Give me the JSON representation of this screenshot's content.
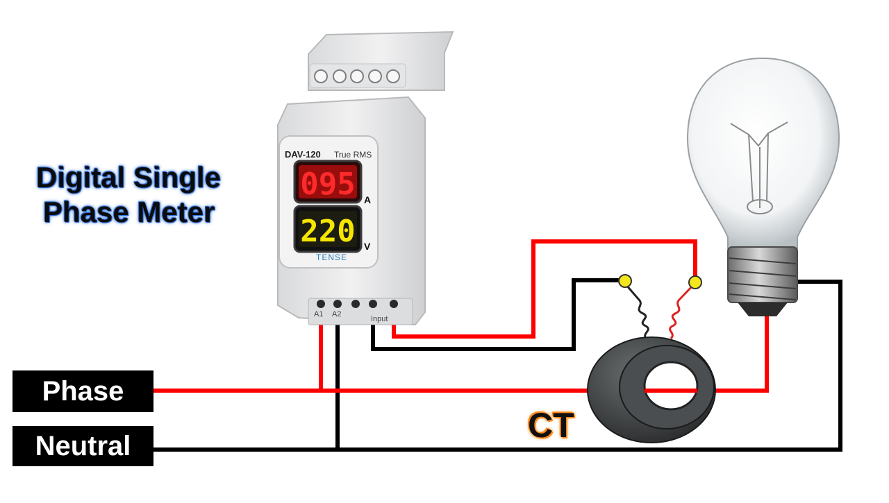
{
  "title": {
    "line1": "Digital Single",
    "line2": "Phase Meter"
  },
  "meter": {
    "model": "DAV-120",
    "mode": "True RMS",
    "current_reading": "095",
    "current_unit": "A",
    "voltage_reading": "220",
    "voltage_unit": "V",
    "brand": "TENSE",
    "terminal_a1": "A1",
    "terminal_a2": "A2",
    "terminal_input": "Input"
  },
  "labels": {
    "phase": "Phase",
    "neutral": "Neutral",
    "ct": "CT"
  },
  "colors": {
    "phase_wire": "#ff0000",
    "neutral_wire": "#000000",
    "current_display": "#ff2a2a",
    "voltage_display": "#f5e600",
    "ct_accent": "#ff8a1a",
    "title_glow": "#2f6fd6"
  }
}
